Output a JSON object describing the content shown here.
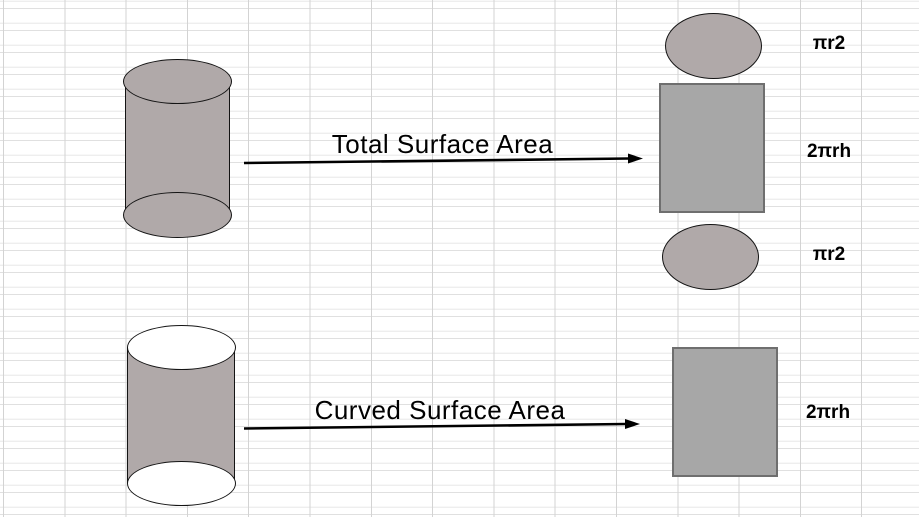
{
  "rows": {
    "total": {
      "arrow_label": "Total Surface Area",
      "parts": [
        {
          "shape": "ellipse",
          "formula": "πr2"
        },
        {
          "shape": "rectangle",
          "formula": "2πrh"
        },
        {
          "shape": "ellipse",
          "formula": "πr2"
        }
      ]
    },
    "curved": {
      "arrow_label": "Curved Surface Area",
      "parts": [
        {
          "shape": "rectangle",
          "formula": "2πrh"
        }
      ]
    }
  },
  "colors": {
    "cylinder_fill": "#b0a9a9",
    "open_end_fill": "#ffffff",
    "rect_fill": "#a7a7a7",
    "rect_border": "#6f6f6f",
    "outline": "#141414",
    "grid_line": "#d9d9d9",
    "background": "#ffffff",
    "text": "#000000"
  }
}
